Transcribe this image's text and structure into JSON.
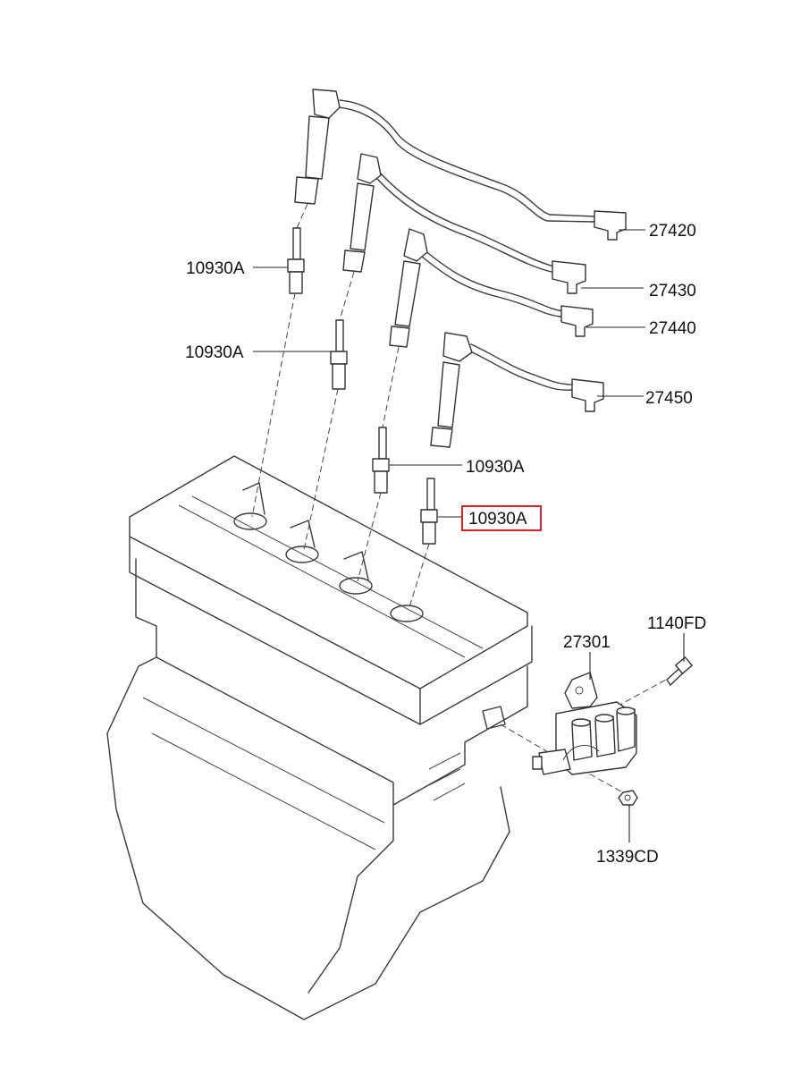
{
  "labels": {
    "plug1": "10930A",
    "plug2": "10930A",
    "plug3": "10930A",
    "plug4": "10930A",
    "cable1": "27420",
    "cable2": "27430",
    "cable3": "27440",
    "cable4": "27450",
    "coil": "27301",
    "bolt": "1140FD",
    "nut": "1339CD"
  },
  "highlight_color": "#e02020"
}
